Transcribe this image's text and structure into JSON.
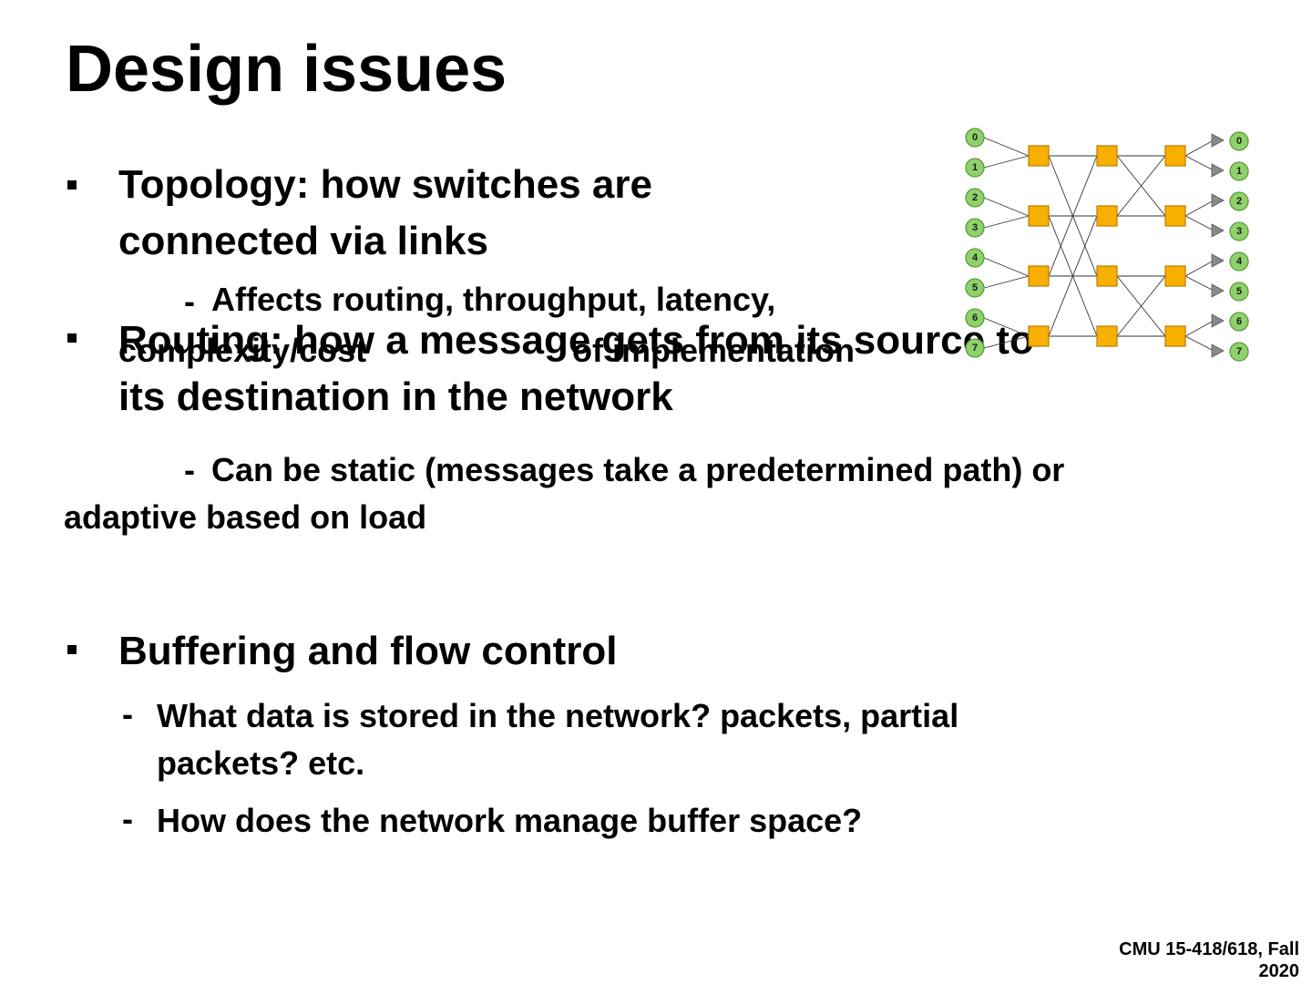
{
  "slide": {
    "title": "Design issues",
    "topology": {
      "heading_line1": "Topology:  how switches are",
      "heading_line2": "connected via links",
      "dash": "-",
      "sub_line1": "Affects routing, throughput, latency,",
      "sub_line2": "complexity/cost",
      "sub_line2_tail": "of implementation"
    },
    "routing": {
      "heading_line1": "Routing: how a message gets from its source to",
      "heading_line2": "its destination in the network",
      "dash": "-",
      "sub_line1": "Can be static (messages take a predetermined path) or",
      "sub_line2": "adaptive based on load"
    },
    "buffering": {
      "heading": "Buffering and flow control",
      "items": [
        {
          "dash": "-",
          "line1": "What data is stored in the network? packets, partial",
          "line2": "packets? etc."
        },
        {
          "dash": "-",
          "line1": "How does the network manage buffer space?",
          "line2": ""
        }
      ]
    },
    "footer_line1": "CMU 15-418/618, Fall",
    "footer_line2": "2020"
  },
  "diagram": {
    "input_labels": [
      "0",
      "1",
      "2",
      "3",
      "4",
      "5",
      "6",
      "7"
    ],
    "output_labels": [
      "0",
      "1",
      "2",
      "3",
      "4",
      "5",
      "6",
      "7"
    ],
    "colors": {
      "node": "#8fd16a",
      "switch": "#f8b000",
      "wire": "#333333",
      "arrow": "#8a8a8a"
    }
  }
}
